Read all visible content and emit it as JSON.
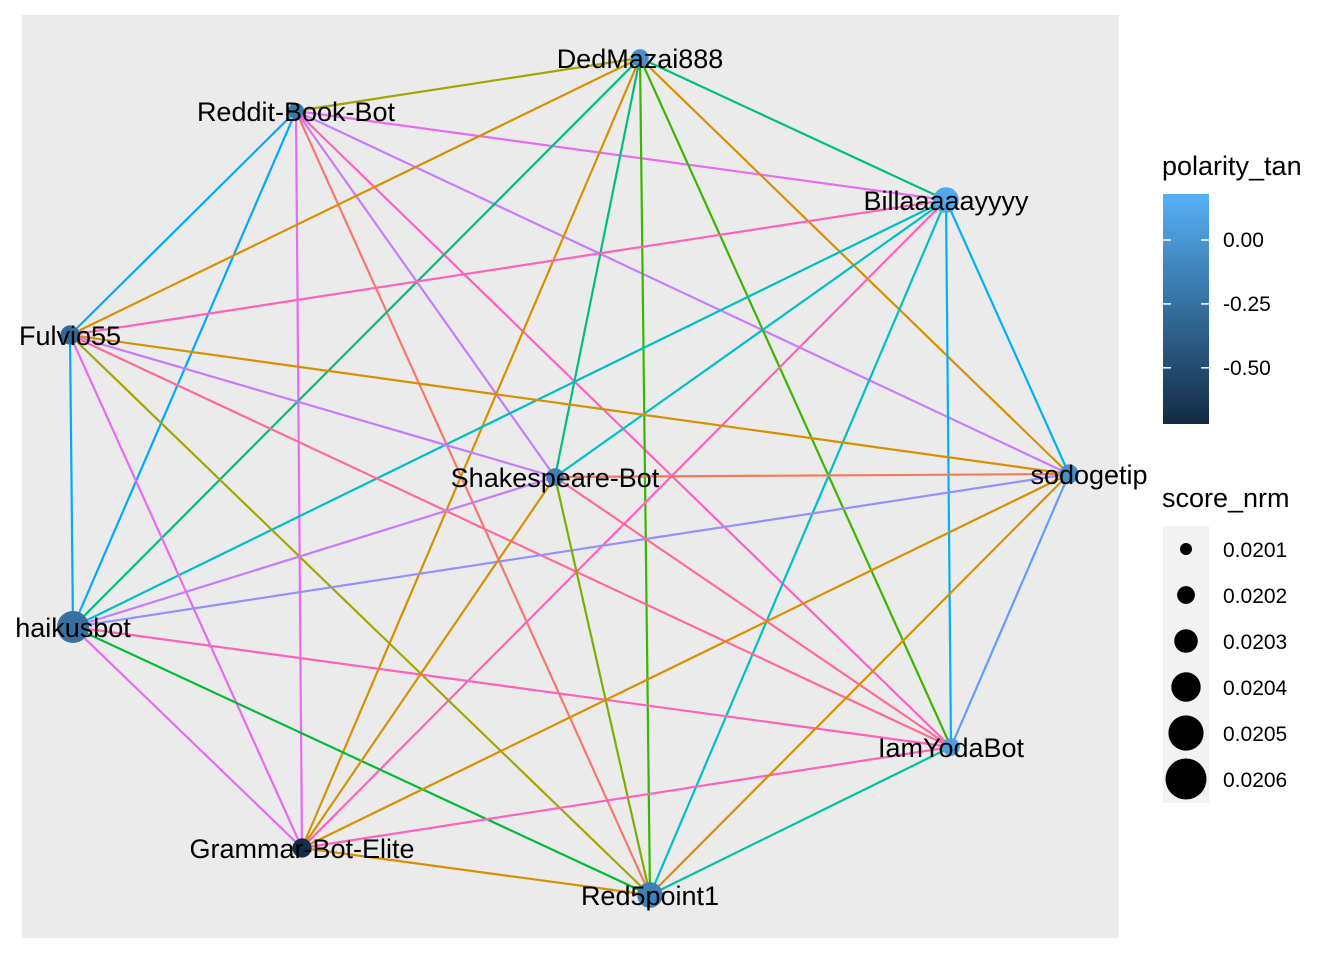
{
  "nodes": [
    {
      "id": "DedMazai888",
      "polarity": -0.05,
      "score": 0.02015
    },
    {
      "id": "Reddit-Book-Bot",
      "polarity": -0.2,
      "score": 0.0201
    },
    {
      "id": "Billaaaaayyyy",
      "polarity": 0.12,
      "score": 0.0204
    },
    {
      "id": "Fulvio55",
      "polarity": -0.3,
      "score": 0.0202
    },
    {
      "id": "sodogetip",
      "polarity": -0.05,
      "score": 0.0202
    },
    {
      "id": "Shakespeare-Bot",
      "polarity": -0.15,
      "score": 0.02015
    },
    {
      "id": "haikusbot",
      "polarity": -0.25,
      "score": 0.0206
    },
    {
      "id": "IamYodaBot",
      "polarity": 0.05,
      "score": 0.02015
    },
    {
      "id": "Grammar-Bot-Elite",
      "polarity": -0.7,
      "score": 0.0202
    },
    {
      "id": "Red5point1",
      "polarity": -0.15,
      "score": 0.0204
    }
  ],
  "edges": [
    {
      "from": "Reddit-Book-Bot",
      "to": "DedMazai888",
      "color": "#A3A500"
    },
    {
      "from": "Reddit-Book-Bot",
      "to": "Billaaaaayyyy",
      "color": "#E76BF3"
    },
    {
      "from": "Reddit-Book-Bot",
      "to": "Fulvio55",
      "color": "#00A9FF"
    },
    {
      "from": "Reddit-Book-Bot",
      "to": "haikusbot",
      "color": "#00A9FF"
    },
    {
      "from": "Reddit-Book-Bot",
      "to": "Grammar-Bot-Elite",
      "color": "#E76BF3"
    },
    {
      "from": "Reddit-Book-Bot",
      "to": "Red5point1",
      "color": "#F8766D"
    },
    {
      "from": "Reddit-Book-Bot",
      "to": "Shakespeare-Bot",
      "color": "#C77CFF"
    },
    {
      "from": "Reddit-Book-Bot",
      "to": "sodogetip",
      "color": "#C77CFF"
    },
    {
      "from": "Reddit-Book-Bot",
      "to": "IamYodaBot",
      "color": "#FF61C3"
    },
    {
      "from": "DedMazai888",
      "to": "Billaaaaayyyy",
      "color": "#00BF7D"
    },
    {
      "from": "DedMazai888",
      "to": "Fulvio55",
      "color": "#D89000"
    },
    {
      "from": "DedMazai888",
      "to": "haikusbot",
      "color": "#00BF7D"
    },
    {
      "from": "DedMazai888",
      "to": "Shakespeare-Bot",
      "color": "#00BF7D"
    },
    {
      "from": "DedMazai888",
      "to": "Grammar-Bot-Elite",
      "color": "#D89000"
    },
    {
      "from": "DedMazai888",
      "to": "Red5point1",
      "color": "#39B600"
    },
    {
      "from": "DedMazai888",
      "to": "IamYodaBot",
      "color": "#39B600"
    },
    {
      "from": "DedMazai888",
      "to": "sodogetip",
      "color": "#D89000"
    },
    {
      "from": "Billaaaaayyyy",
      "to": "Fulvio55",
      "color": "#FF62BC"
    },
    {
      "from": "Billaaaaayyyy",
      "to": "haikusbot",
      "color": "#00BFC4"
    },
    {
      "from": "Billaaaaayyyy",
      "to": "Shakespeare-Bot",
      "color": "#00BFC4"
    },
    {
      "from": "Billaaaaayyyy",
      "to": "Grammar-Bot-Elite",
      "color": "#FF62BC"
    },
    {
      "from": "Billaaaaayyyy",
      "to": "Red5point1",
      "color": "#00BFC4"
    },
    {
      "from": "Billaaaaayyyy",
      "to": "IamYodaBot",
      "color": "#00B0F6"
    },
    {
      "from": "Billaaaaayyyy",
      "to": "sodogetip",
      "color": "#00B0F6"
    },
    {
      "from": "Fulvio55",
      "to": "haikusbot",
      "color": "#00A9FF"
    },
    {
      "from": "Fulvio55",
      "to": "Shakespeare-Bot",
      "color": "#C77CFF"
    },
    {
      "from": "Fulvio55",
      "to": "Grammar-Bot-Elite",
      "color": "#E76BF3"
    },
    {
      "from": "Fulvio55",
      "to": "Red5point1",
      "color": "#A3A500"
    },
    {
      "from": "Fulvio55",
      "to": "IamYodaBot",
      "color": "#FF6A98"
    },
    {
      "from": "Fulvio55",
      "to": "sodogetip",
      "color": "#D89000"
    },
    {
      "from": "haikusbot",
      "to": "Shakespeare-Bot",
      "color": "#C77CFF"
    },
    {
      "from": "haikusbot",
      "to": "Grammar-Bot-Elite",
      "color": "#E76BF3"
    },
    {
      "from": "haikusbot",
      "to": "Red5point1",
      "color": "#00BA38"
    },
    {
      "from": "haikusbot",
      "to": "IamYodaBot",
      "color": "#FF62BC"
    },
    {
      "from": "haikusbot",
      "to": "sodogetip",
      "color": "#9590FF"
    },
    {
      "from": "Shakespeare-Bot",
      "to": "Grammar-Bot-Elite",
      "color": "#D89000"
    },
    {
      "from": "Shakespeare-Bot",
      "to": "Red5point1",
      "color": "#7CAE00"
    },
    {
      "from": "Shakespeare-Bot",
      "to": "IamYodaBot",
      "color": "#FF6A98"
    },
    {
      "from": "Shakespeare-Bot",
      "to": "sodogetip",
      "color": "#F37B59"
    },
    {
      "from": "Grammar-Bot-Elite",
      "to": "Red5point1",
      "color": "#D89000"
    },
    {
      "from": "Grammar-Bot-Elite",
      "to": "IamYodaBot",
      "color": "#FF62BC"
    },
    {
      "from": "Grammar-Bot-Elite",
      "to": "sodogetip",
      "color": "#D89000"
    },
    {
      "from": "Red5point1",
      "to": "IamYodaBot",
      "color": "#00C1A3"
    },
    {
      "from": "Red5point1",
      "to": "sodogetip",
      "color": "#D89000"
    },
    {
      "from": "IamYodaBot",
      "to": "sodogetip",
      "color": "#619CFF"
    }
  ],
  "legend": {
    "polarity_title": "polarity_tan",
    "polarity_ticks": [
      {
        "label": "0.00",
        "value": 0.0
      },
      {
        "label": "-0.25",
        "value": -0.25
      },
      {
        "label": "-0.50",
        "value": -0.5
      }
    ],
    "polarity_range": [
      -0.72,
      0.18
    ],
    "polarity_colors": [
      "#132B43",
      "#56B1F7"
    ],
    "score_title": "score_nrm",
    "score_entries": [
      "0.0201",
      "0.0202",
      "0.0203",
      "0.0204",
      "0.0205",
      "0.0206"
    ]
  },
  "colors": {
    "panel_background": "#EBEBEB",
    "legend_key_background": "#F2F2F2"
  }
}
